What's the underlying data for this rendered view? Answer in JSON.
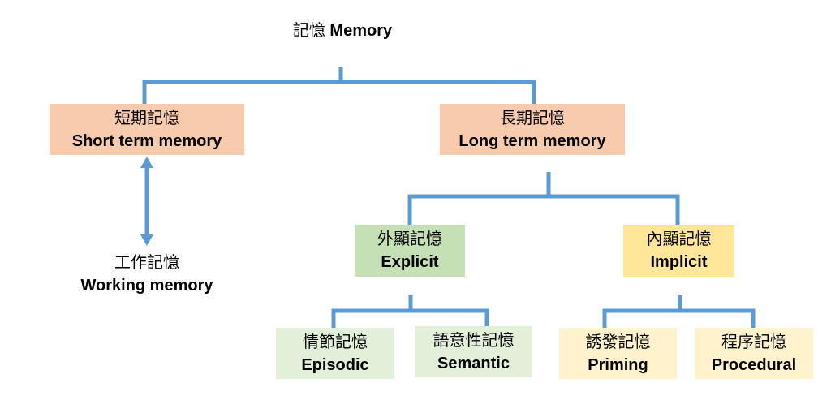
{
  "title": {
    "zh": "記憶",
    "en": "Memory"
  },
  "colors": {
    "line": "#5b9bd5",
    "short_long": "#f8cbad",
    "explicit": "#c5e0b4",
    "implicit": "#ffe699",
    "explicit_sub": "#e2f0d9",
    "implicit_sub": "#fff2cc"
  },
  "nodes": {
    "short": {
      "zh": "短期記憶",
      "en": "Short term memory"
    },
    "long": {
      "zh": "長期記憶",
      "en": "Long term memory"
    },
    "working": {
      "zh": "工作記憶",
      "en": "Working memory"
    },
    "explicit": {
      "zh": "外顯記憶",
      "en": "Explicit"
    },
    "implicit": {
      "zh": "內顯記憶",
      "en": "Implicit"
    },
    "episodic": {
      "zh": "情節記憶",
      "en": "Episodic"
    },
    "semantic": {
      "zh": "語意性記憶",
      "en": "Semantic"
    },
    "priming": {
      "zh": "誘發記憶",
      "en": "Priming"
    },
    "procedural": {
      "zh": "程序記憶",
      "en": "Procedural"
    }
  }
}
